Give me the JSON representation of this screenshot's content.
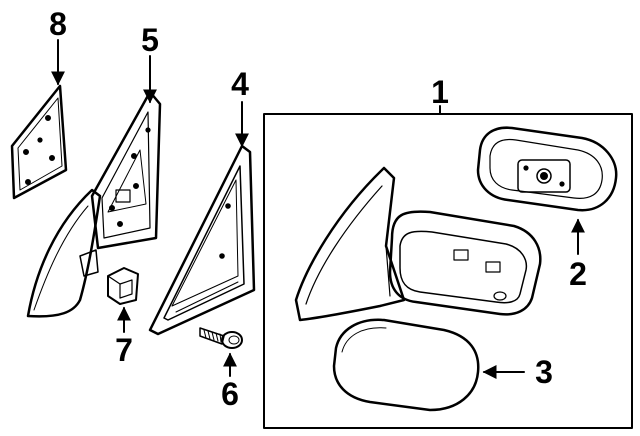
{
  "diagram": {
    "colors": {
      "ink": "#000000",
      "background": "#ffffff",
      "hatch": "#555555"
    },
    "callouts": [
      {
        "id": "1",
        "label": "1"
      },
      {
        "id": "2",
        "label": "2"
      },
      {
        "id": "3",
        "label": "3"
      },
      {
        "id": "4",
        "label": "4"
      },
      {
        "id": "5",
        "label": "5"
      },
      {
        "id": "6",
        "label": "6"
      },
      {
        "id": "7",
        "label": "7"
      },
      {
        "id": "8",
        "label": "8"
      }
    ]
  }
}
